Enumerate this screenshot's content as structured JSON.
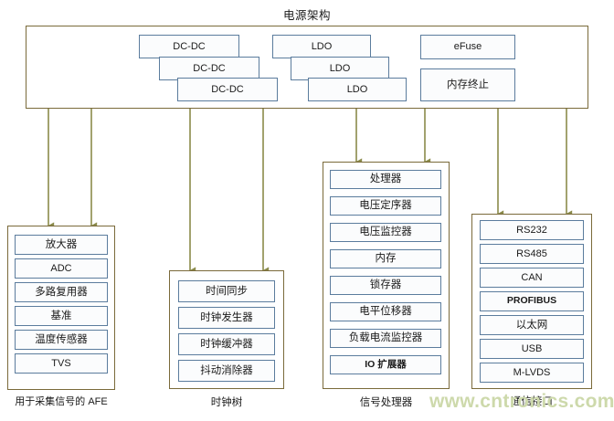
{
  "diagram": {
    "title": "电源架构",
    "watermark": "www.cntronics.com",
    "colors": {
      "group_border": "#7a6a3a",
      "block_border": "#5b7c9d",
      "block_fill": "#fbfcfd",
      "arrow": "#8a8a4a",
      "background": "#ffffff",
      "watermark": "#cdd9ab"
    }
  },
  "power_band": {
    "dcdc_stack": [
      {
        "label": "DC-DC"
      },
      {
        "label": "DC-DC"
      },
      {
        "label": "DC-DC"
      }
    ],
    "ldo_stack": [
      {
        "label": "LDO"
      },
      {
        "label": "LDO"
      },
      {
        "label": "LDO"
      }
    ],
    "misc": [
      {
        "label": "eFuse"
      },
      {
        "label": "内存终止"
      }
    ]
  },
  "groups": [
    {
      "id": "afe",
      "label": "用于采集信号的 AFE",
      "arrow_count": 2,
      "blocks": [
        {
          "label": "放大器"
        },
        {
          "label": "ADC"
        },
        {
          "label": "多路复用器"
        },
        {
          "label": "基准"
        },
        {
          "label": "温度传感器"
        },
        {
          "label": "TVS"
        }
      ]
    },
    {
      "id": "clock-tree",
      "label": "时钟树",
      "arrow_count": 2,
      "blocks": [
        {
          "label": "时间同步"
        },
        {
          "label": "时钟发生器"
        },
        {
          "label": "时钟缓冲器"
        },
        {
          "label": "抖动消除器"
        }
      ]
    },
    {
      "id": "signal-processor",
      "label": "信号处理器",
      "arrow_count": 2,
      "blocks": [
        {
          "label": "处理器"
        },
        {
          "label": "电压定序器"
        },
        {
          "label": "电压监控器"
        },
        {
          "label": "内存"
        },
        {
          "label": "锁存器"
        },
        {
          "label": "电平位移器"
        },
        {
          "label": "负载电流监控器"
        },
        {
          "label": "IO 扩展器"
        }
      ]
    },
    {
      "id": "comm-interface",
      "label": "通信接口",
      "arrow_count": 2,
      "blocks": [
        {
          "label": "RS232"
        },
        {
          "label": "RS485"
        },
        {
          "label": "CAN"
        },
        {
          "label": "PROFIBUS",
          "bold": true
        },
        {
          "label": "以太网"
        },
        {
          "label": "USB"
        },
        {
          "label": "M-LVDS"
        }
      ]
    }
  ]
}
